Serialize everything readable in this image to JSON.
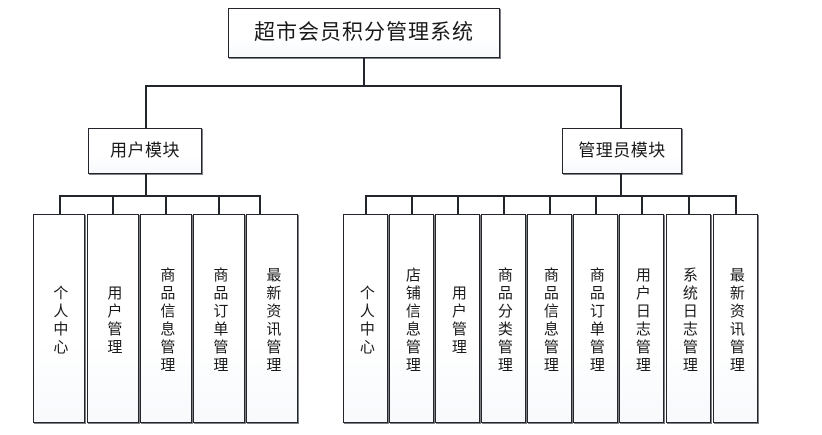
{
  "diagram": {
    "type": "tree",
    "title": "超市会员积分管理系统",
    "root": {
      "label": "超市会员积分管理系统"
    },
    "modules": [
      {
        "label": "用户模块"
      },
      {
        "label": "管理员模块"
      }
    ],
    "user_module_leaves": [
      {
        "label": "个人中心"
      },
      {
        "label": "用户管理"
      },
      {
        "label": "商品信息管理"
      },
      {
        "label": "商品订单管理"
      },
      {
        "label": "最新资讯管理"
      }
    ],
    "admin_module_leaves": [
      {
        "label": "个人中心"
      },
      {
        "label": "店铺信息管理"
      },
      {
        "label": "用户管理"
      },
      {
        "label": "商品分类管理"
      },
      {
        "label": "商品信息管理"
      },
      {
        "label": "商品订单管理"
      },
      {
        "label": "用户日志管理"
      },
      {
        "label": "系统日志管理"
      },
      {
        "label": "最新资讯管理"
      }
    ],
    "colors": {
      "border": "#22252b",
      "fill": "#ffffff",
      "text": "#1a1a1a",
      "background": "#ffffff"
    }
  }
}
